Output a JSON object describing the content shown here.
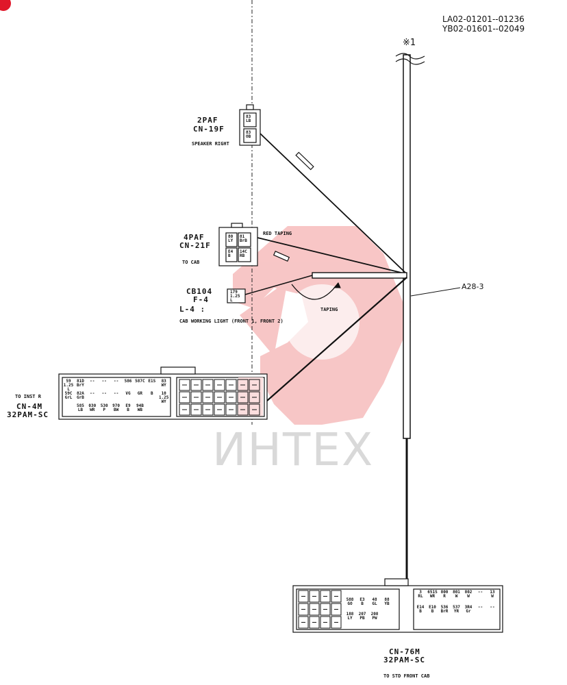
{
  "model_codes": [
    "LA02-01201--01236",
    "YB02-01601--02049"
  ],
  "wire_ref": "※1",
  "trunk_label": "A28-3",
  "speaker": {
    "type": "2PAF",
    "id": "CN-19F",
    "desc": "SPEAKER RIGHT",
    "cells": [
      "83\nLB",
      "83\nOB"
    ]
  },
  "cab": {
    "type": "4PAF",
    "id": "CN-21F",
    "desc": "TO CAB",
    "taping": "RED TAPING",
    "cells": [
      "80\nLY",
      "81\nBrB",
      "E4\nB",
      "14C\nRB"
    ]
  },
  "cb104": {
    "name": "CB104",
    "fuse": "F-4",
    "lamp": "L-4 :",
    "cell": "179\n1.25\nL",
    "desc": "CAB WORKING LIGHT (FRONT 1, FRONT 2)",
    "taping": "TAPING"
  },
  "cn4": {
    "route": "TO INST R",
    "id": "CN-4M",
    "type": "32PAM-SC",
    "rows": [
      [
        "59\n1.25\nL",
        "81D\nBrY",
        "--",
        "--",
        "--",
        "586\n",
        "587C\n",
        "E1S\n",
        "83\nWY"
      ],
      [
        "59C\nGrL",
        "82A\nGrB",
        "--",
        "--",
        "--",
        "VG",
        "GR",
        "B",
        "10\n1.25\nWY"
      ],
      [
        "",
        "585\nLB",
        "030\nWR",
        "530\nP",
        "970\nBW",
        "E9\nB",
        "94B\nWB",
        "",
        ""
      ]
    ]
  },
  "cn76": {
    "id": "CN-76M",
    "type": "32PAM-SC",
    "route": "TO STD FRONT CAB",
    "right_rows": [
      [
        "3\nRL",
        "651S\nWR",
        "800\nR",
        "801\nW",
        "802\nW",
        "--",
        "13\nW"
      ],
      [
        "E14\nB",
        "E10\nB",
        "536\nBrR",
        "537\nYR",
        "3R4\nGr",
        "--",
        "--"
      ]
    ],
    "mid_rows": [
      [
        "588\nGO",
        "E3\nB",
        "48\nGL",
        "88\nYB"
      ],
      [
        "188\nLY",
        "207\nPB",
        "208\nPW",
        ""
      ]
    ]
  },
  "watermark": "ИНТЕХ"
}
